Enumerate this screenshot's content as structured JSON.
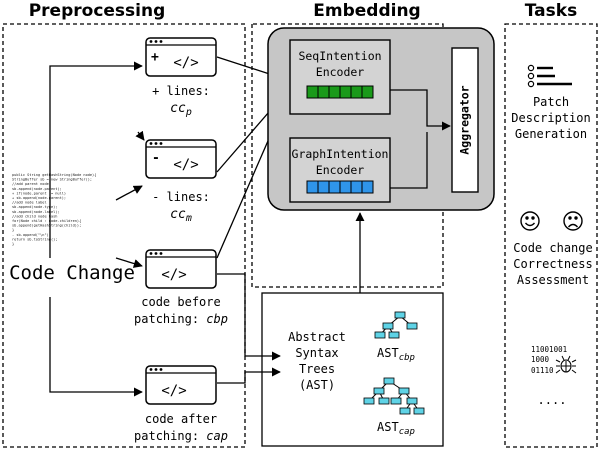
{
  "sections": {
    "preprocessing": "Preprocessing",
    "embedding": "Embedding",
    "tasks": "Tasks"
  },
  "preprocessing": {
    "code_change_label": "Code Change",
    "source_code_lines": [
      "public String getHashString(Node node){",
      "  StringBuffer sb = new StringBuffer();",
      "  //add parent node",
      "  sb.append(node.parent);",
      "+ if(node.parent != null)",
      "+   sb.append(node.parent);",
      "  //add node label",
      "  sb.append(node.type);",
      "  sb.append(node.label);",
      "  //add child node hash",
      "  for(Node child : node.children){",
      "    sb.append(getHashString(child));",
      "  }",
      "- sb.append(\"\\n\");",
      "  return sb.toString();",
      "}"
    ],
    "plus_lines": {
      "icon_sign": "+",
      "line1": "+ lines:",
      "var": "cc",
      "sub": "p"
    },
    "minus_lines": {
      "icon_sign": "-",
      "line1": "- lines:",
      "var": "cc",
      "sub": "m"
    },
    "code_before": {
      "line1": "code before",
      "line2_prefix": "patching: ",
      "var": "cbp"
    },
    "code_after": {
      "line1": "code after",
      "line2_prefix": "patching: ",
      "var": "cap"
    },
    "code_glyph": "</>"
  },
  "embedding": {
    "seq_encoder": {
      "line1": "SeqIntention",
      "line2": "Encoder",
      "cells": 6,
      "color": "#1a9a1a"
    },
    "graph_encoder": {
      "line1": "GraphIntention",
      "line2": "Encoder",
      "cells": 6,
      "color": "#2f95ea"
    },
    "aggregator": "Aggregator",
    "panel_color": "#c6c6c6"
  },
  "ast": {
    "line1": "Abstract",
    "line2": "Syntax",
    "line3": "Trees",
    "line4": "(AST)",
    "cbp_label": "AST",
    "cbp_sub": "cbp",
    "cap_label": "AST",
    "cap_sub": "cap",
    "node_color": "#5fd3e6"
  },
  "tasks": {
    "patch": [
      "Patch",
      "Description",
      "Generation"
    ],
    "correctness": [
      "Code change",
      "Correctness",
      "Assessment"
    ],
    "binary": [
      "11001001",
      "1000",
      "01110"
    ],
    "ellipsis": "....",
    "icons": [
      "list-icon",
      "happy-face-icon",
      "sad-face-icon",
      "bug-icon"
    ]
  }
}
